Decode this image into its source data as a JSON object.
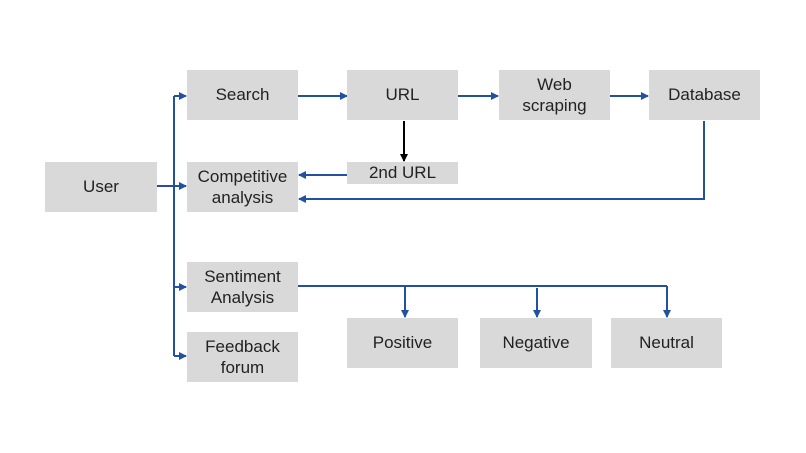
{
  "colors": {
    "box_fill": "#d9d9d9",
    "text": "#222222",
    "connector": "#2251a2",
    "connector_dark": "#000000",
    "background": "#ffffff"
  },
  "nodes": {
    "user": "User",
    "search": "Search",
    "url": "URL",
    "web_scraping": "Web\nscraping",
    "database": "Database",
    "second_url": "2nd URL",
    "competitive_analysis": "Competitive\nanalysis",
    "sentiment_analysis": "Sentiment\nAnalysis",
    "feedback_forum": "Feedback\nforum",
    "positive": "Positive",
    "negative": "Negative",
    "neutral": "Neutral"
  }
}
